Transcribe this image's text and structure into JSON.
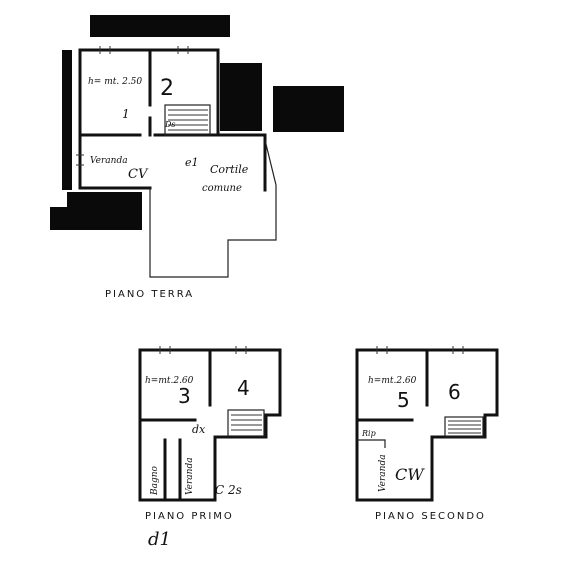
{
  "ground_floor": {
    "title": "PIANO TERRA",
    "height": "h= mt. 2.50",
    "unit_number": "2",
    "room_mark": "1",
    "veranda": "Veranda",
    "veranda_code": "CV",
    "courtyard_line1": "Cortile",
    "courtyard_line2": "comune",
    "courtyard_code": "e1",
    "stair_mark": "Ds"
  },
  "first_floor": {
    "title": "PIANO PRIMO",
    "height": "h=mt.2.60",
    "unit_3": "3",
    "unit_4": "4",
    "bath": "Bagno",
    "veranda": "Veranda",
    "stair_mark": "dx",
    "code": "C 2s",
    "bottom_code": "d1"
  },
  "second_floor": {
    "title": "PIANO SECONDO",
    "height": "h=mt.2.60",
    "unit_5": "5",
    "unit_6": "6",
    "rip": "Rip",
    "veranda": "Veranda",
    "code": "CW"
  }
}
